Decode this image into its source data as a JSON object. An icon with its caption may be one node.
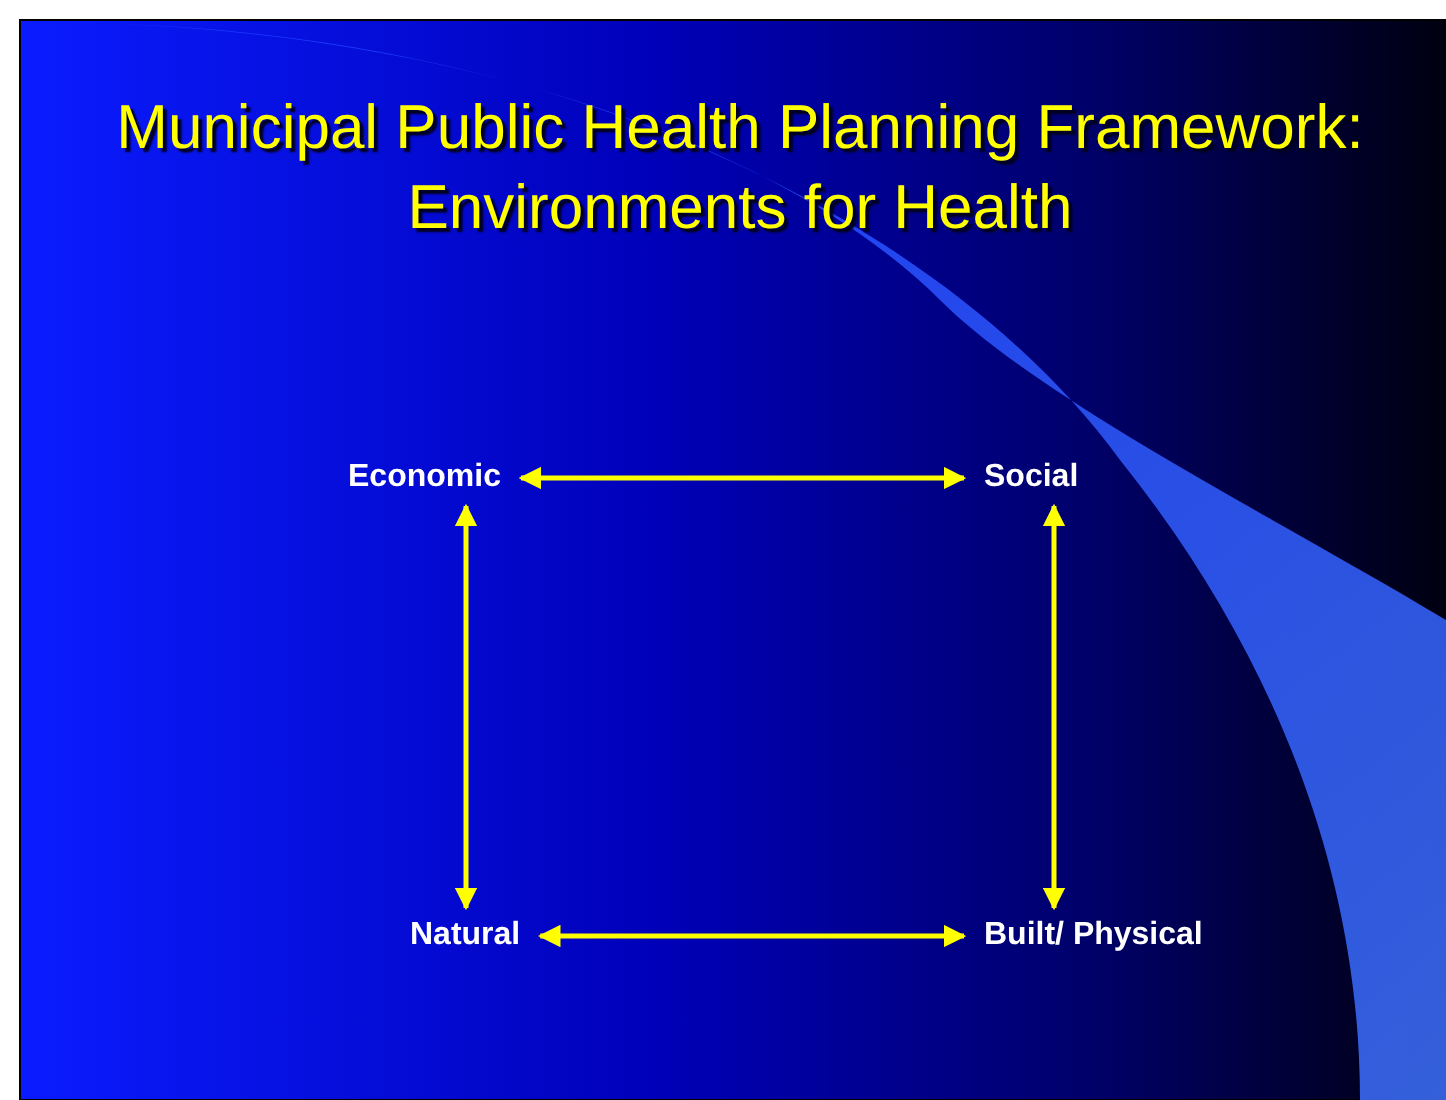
{
  "diagram": {
    "title": "Municipal Public Health Planning Framework: Environments for Health",
    "nodes": [
      {
        "text": [
          "Economic"
        ]
      },
      {
        "text": [
          "Social"
        ]
      },
      {
        "text": [
          "Natural"
        ]
      },
      {
        "text": [
          "Built/ Physical"
        ]
      }
    ],
    "edges": [
      {
        "from": 0,
        "to": 1,
        "arrow": "both"
      },
      {
        "from": 0,
        "to": 2,
        "arrow": "both"
      },
      {
        "from": 1,
        "to": 3,
        "arrow": "both"
      },
      {
        "from": 2,
        "to": 3,
        "arrow": "both"
      }
    ]
  }
}
